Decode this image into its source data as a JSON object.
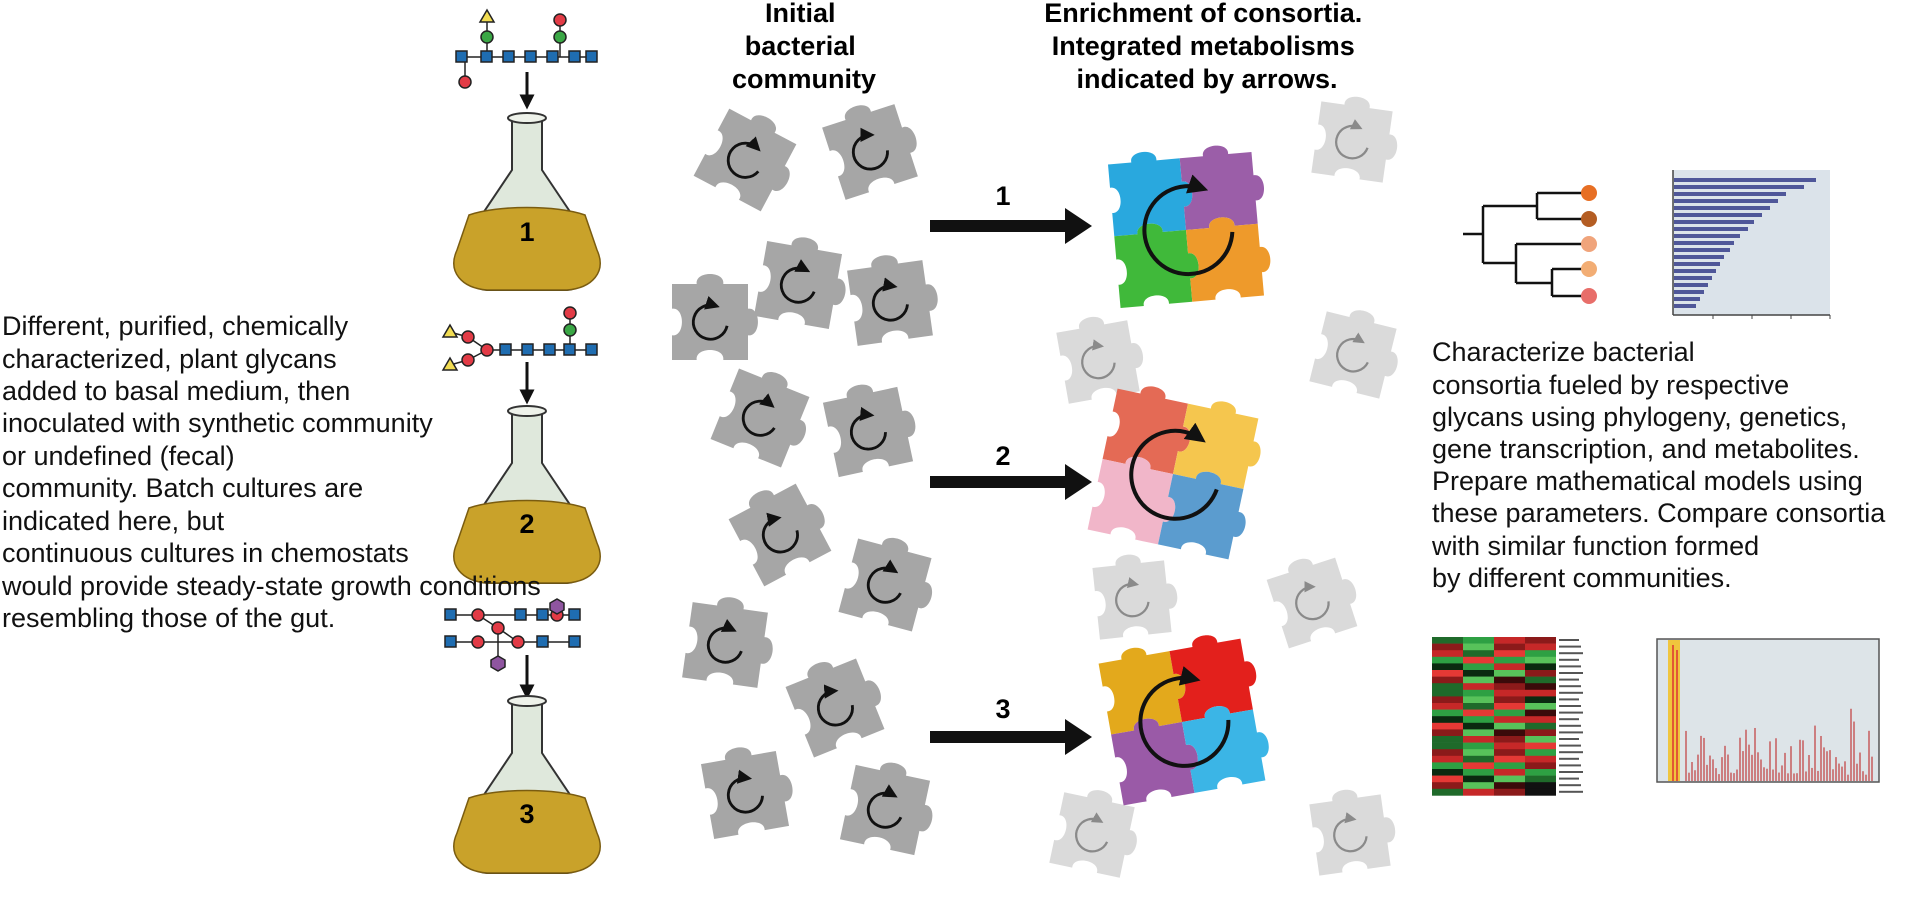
{
  "left_description": "Different, purified, chemically characterized, plant glycans added to basal medium, then inoculated with synthetic community or undefined (fecal) community. Batch cultures are indicated here, but continuous cultures in chemostats would provide steady-state growth conditions resembling those of the gut.",
  "headers": {
    "initial": "Initial bacterial community",
    "enrichment": "Enrichment of consortia. Integrated metabolisms indicated by arrows."
  },
  "flask_labels": [
    "1",
    "2",
    "3"
  ],
  "arrow_labels": [
    "1",
    "2",
    "3"
  ],
  "right_description": "Characterize bacterial consortia fueled by respective glycans using phylogeny, genetics, gene transcription, and metabolites. Prepare mathematical models using these parameters. Compare consortia with similar function formed by different communities.",
  "colors": {
    "medium": "#c9a22a",
    "flask_glass": "#dfe8dc",
    "community_piece": "#a6a6a6",
    "faded_piece": "#dadada",
    "consortium_1": [
      "#29a8de",
      "#9b5ea8",
      "#40b93a",
      "#ee9a2b"
    ],
    "consortium_2": [
      "#e46a55",
      "#f5c64e",
      "#f1b6c9",
      "#5b9ccf"
    ],
    "consortium_3": [
      "#e3a91c",
      "#e3201c",
      "#9a5aa7",
      "#3bb5e6"
    ],
    "glycan_square": "#1f6db1",
    "glycan_circle_red": "#e23b46",
    "glycan_circle_green": "#3aa745",
    "glycan_triangle": "#f1dc52",
    "glycan_hexagon": "#8f55a0",
    "phylo_dots": [
      "#e76f24",
      "#b45d23",
      "#f0a47b",
      "#f2ad74",
      "#e86e6a"
    ],
    "bar_panel": "#dbe3ea",
    "bars": "#4f5799"
  }
}
